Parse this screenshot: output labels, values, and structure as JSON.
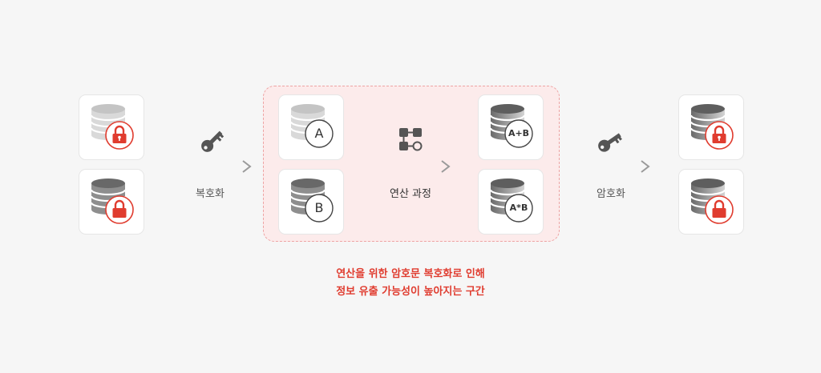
{
  "step_labels": {
    "decrypt": "복호화",
    "compute": "연산 과정",
    "encrypt": "암호화"
  },
  "badges": {
    "a": "A",
    "b": "B",
    "sum": "A+B",
    "product": "A*B"
  },
  "warning": {
    "line1": "연산을 위한 암호문 복호화로 인해",
    "line2": "정보 유출 가능성이 높아지는 구간"
  },
  "colors": {
    "background": "#f6f6f6",
    "zone_fill": "#fcebeb",
    "zone_border": "#eea3a3",
    "accent_red": "#e03c2f",
    "card_bg": "#ffffff"
  }
}
